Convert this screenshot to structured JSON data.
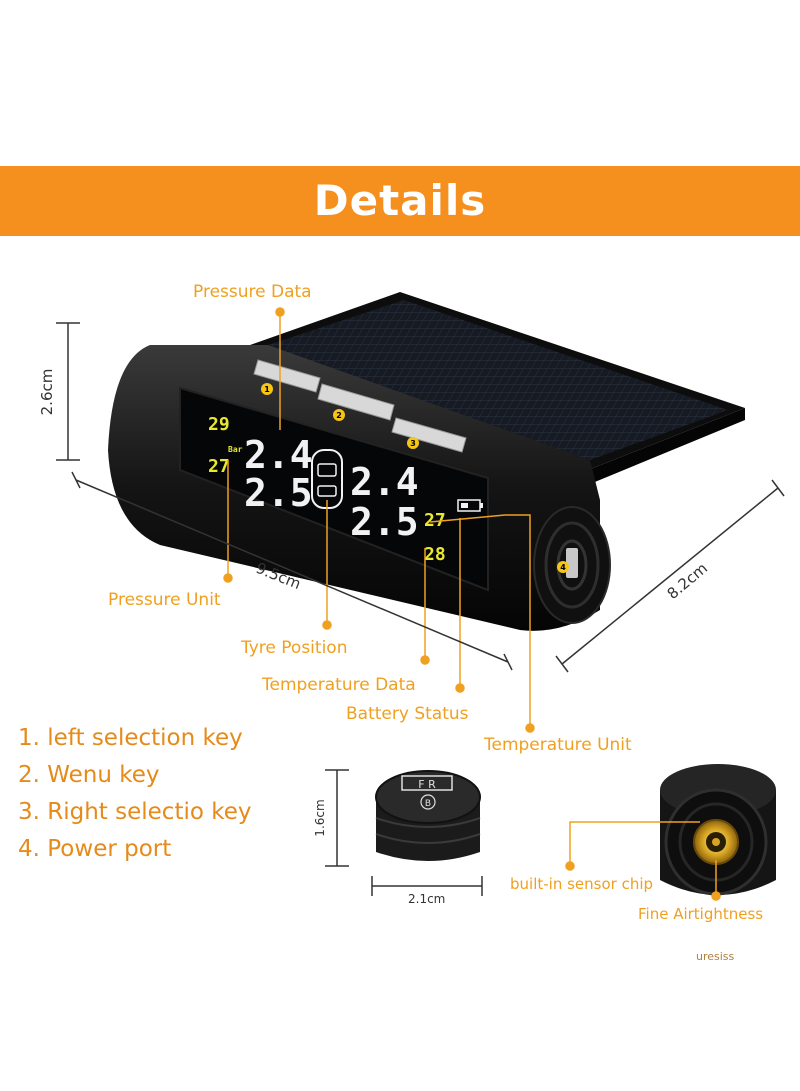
{
  "header": {
    "title": "Details"
  },
  "colors": {
    "banner": "#f5901e",
    "label": "#f0a020",
    "list": "#e68a1a",
    "lcd_yellow": "#e8e830",
    "lcd_white": "#f2f2f2"
  },
  "callouts": {
    "pressure_data": "Pressure Data",
    "pressure_unit": "Pressure Unit",
    "tyre_position": "Tyre Position",
    "temperature_data": "Temperature Data",
    "battery_status": "Battery Status",
    "temperature_unit": "Temperature Unit",
    "sensor_chip": "built-in sensor chip",
    "airtightness": "Fine Airtightness"
  },
  "dimensions": {
    "height": "2.6cm",
    "width": "9.5cm",
    "depth": "8.2cm",
    "sensor_height": "1.6cm",
    "sensor_width": "2.1cm"
  },
  "keys": [
    "1. left selection key",
    "2. Wenu key",
    "3. Right selectio key",
    "4. Power port"
  ],
  "key_markers": [
    "1",
    "2",
    "3",
    "4"
  ],
  "lcd": {
    "pressure_fl": "2.4",
    "pressure_rl": "2.5",
    "pressure_fr": "2.4",
    "pressure_rr": "2.5",
    "temp_fl": "29",
    "temp_rl": "27",
    "temp_fr": "27",
    "temp_rr": "28",
    "unit_bar": "Bar"
  },
  "sensor_cap": {
    "text_top": "F R",
    "text_bottom": "B"
  },
  "watermark": "uresiss"
}
